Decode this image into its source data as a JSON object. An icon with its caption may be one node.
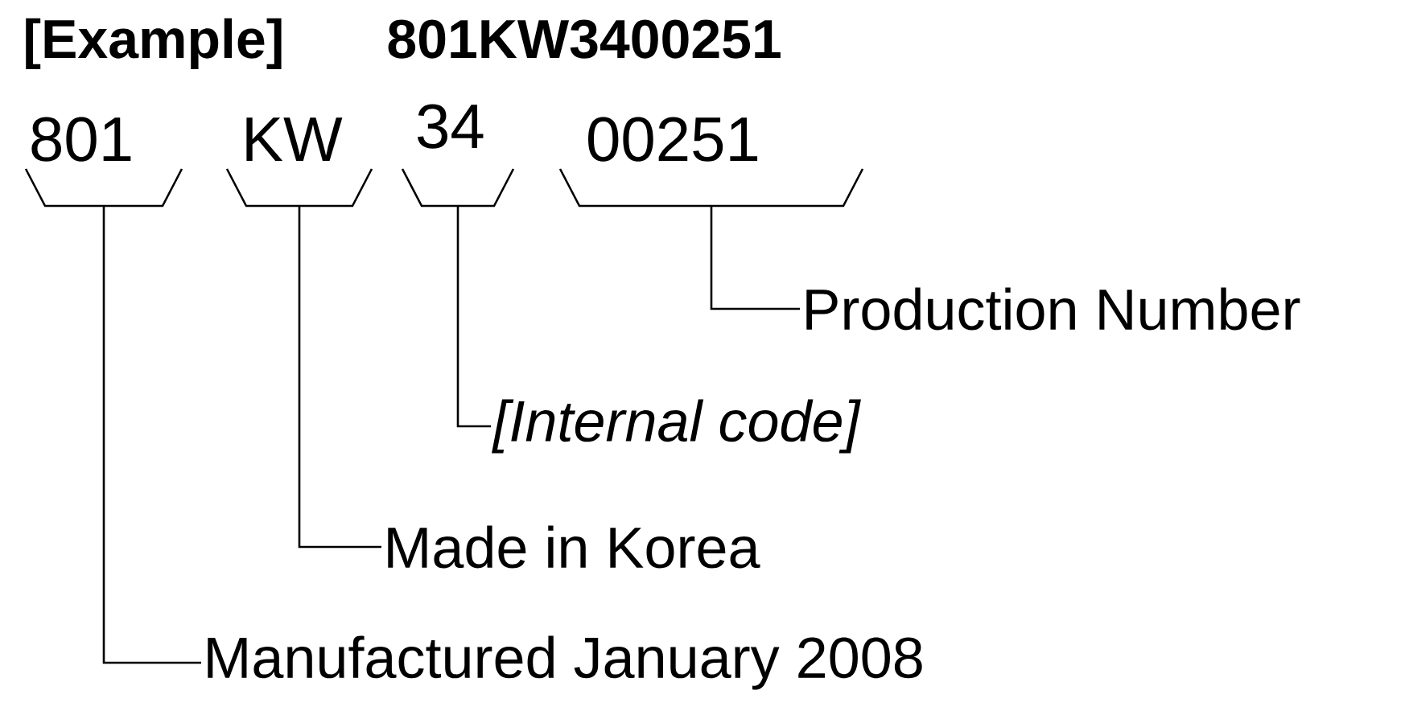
{
  "diagram": {
    "title": "[Example]",
    "nodes": [
      {
        "text": [
          "801"
        ]
      },
      {
        "text": [
          "KW"
        ]
      },
      {
        "text": [
          "34"
        ]
      },
      {
        "text": [
          "00251"
        ]
      },
      {
        "text": [
          "Production Number"
        ]
      },
      {
        "text": [
          "[Internal code]"
        ]
      },
      {
        "text": [
          "Made in Korea"
        ]
      },
      {
        "text": [
          "Manufactured January 2008"
        ]
      }
    ],
    "edges": [
      {
        "from": 3,
        "to": 4,
        "arrow": "none"
      },
      {
        "from": 2,
        "to": 5,
        "arrow": "none"
      },
      {
        "from": 1,
        "to": 6,
        "arrow": "none"
      },
      {
        "from": 0,
        "to": 7,
        "arrow": "none"
      }
    ],
    "labels": [
      "801KW3400251"
    ]
  }
}
